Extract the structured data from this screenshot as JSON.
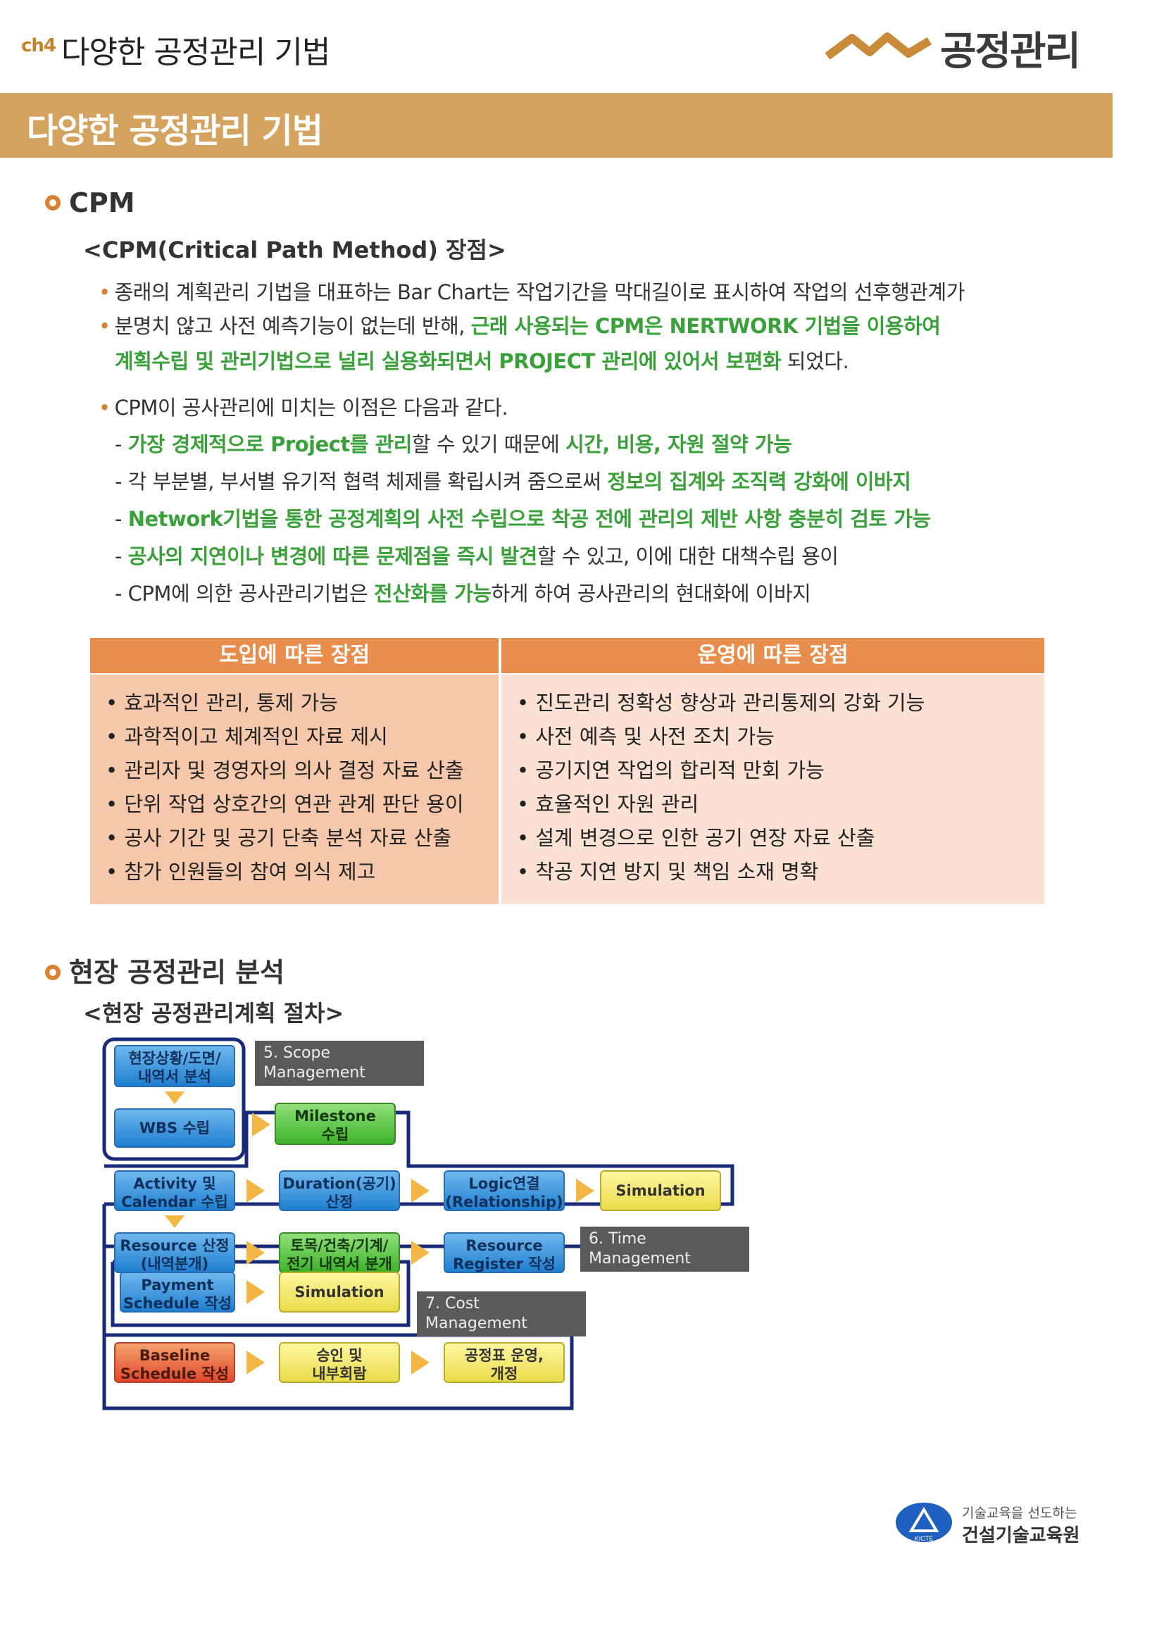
{
  "header": {
    "chapter_tag": "ch4",
    "chapter_title": "다양한 공정관리 기법",
    "brand": "공정관리"
  },
  "banner": {
    "title": "다양한 공정관리 기법"
  },
  "cpm": {
    "heading": "CPM",
    "subheading": "<CPM(Critical Path Method) 장점>",
    "p1_line1": "종래의 계획관리 기법을 대표하는 Bar Chart는 작업기간을 막대길이로 표시하여 작업의 선후행관계가",
    "p1_line2_a": "분명치 않고 사전 예측기능이 없는데 반해, ",
    "p1_line2_b": "근래 사용되는 CPM은 NERTWORK 기법을 이용하여",
    "p1_line3_a": "계획수립 및 관리기법으로 널리 실용화되면서 PROJECT 관리에 있어서 보편화",
    "p1_line3_b": " 되었다.",
    "p2_intro": "CPM이 공사관리에 미치는 이점은 다음과 같다.",
    "b1_a": "- ",
    "b1_b": "가장 경제적으로 Project를 관리",
    "b1_c": "할 수 있기 때문에 ",
    "b1_d": "시간, 비용, 자원 절약 가능",
    "b2_a": "- 각 부분별, 부서별 유기적 협력 체제를 확립시켜 줌으로써 ",
    "b2_b": "정보의 집계와 조직력 강화에 이바지",
    "b3_a": "- ",
    "b3_b": "Network기법을 통한 공정계획의 사전 수립으로 착공 전에 관리의 제반 사항 충분히 검토 가능",
    "b4_a": "- ",
    "b4_b": "공사의 지연이나 변경에 따른 문제점을 즉시 발견",
    "b4_c": "할 수 있고, 이에 대한 대책수립 용이",
    "b5_a": "- CPM에 의한 공사관리기법은 ",
    "b5_b": "전산화를 가능",
    "b5_c": "하게 하여 공사관리의 현대화에 이바지"
  },
  "table": {
    "left_header": "도입에 따른 장점",
    "right_header": "운영에 따른 장점",
    "left_items": [
      "• 효과적인 관리, 통제 가능",
      "• 과학적이고 체계적인 자료 제시",
      "• 관리자 및 경영자의 의사 결정 자료 산출",
      "• 단위 작업 상호간의 연관 관계 판단 용이",
      "• 공사 기간 및 공기 단축 분석 자료 산출",
      "• 참가 인원들의 참여 의식 제고"
    ],
    "right_items": [
      "• 진도관리 정확성 향상과 관리통제의 강화 기능",
      "• 사전 예측 및 사전 조치 가능",
      "• 공기지연 작업의 합리적 만회 가능",
      "• 효율적인 자원 관리",
      "• 설계 변경으로 인한 공기 연장 자료 산출",
      "• 착공 지연 방지 및 책임 소재 명확"
    ]
  },
  "site": {
    "heading": "현장 공정관리 분석",
    "subheading": "<현장 공정관리계획 절차>"
  },
  "flow": {
    "b_site": "현장상황/도면/\n내역서 분석",
    "b_wbs": "WBS 수립",
    "b_milestone": "Milestone\n수립",
    "b_activity": "Activity 및\nCalendar 수립",
    "b_duration": "Duration(공기)\n산정",
    "b_logic": "Logic연결\n(Relationship)",
    "b_sim1": "Simulation",
    "b_resource": "Resource 산정\n(내역분개)",
    "b_civil": "토목/건축/기계/\n전기 내역서 분개",
    "b_register": "Resource\nRegister 작성",
    "b_payment": "Payment\nSchedule 작성",
    "b_sim2": "Simulation",
    "b_baseline": "Baseline\nSchedule 작성",
    "b_approval": "승인 및\n내부회람",
    "b_operation": "공정표 운영,\n개정",
    "l_scope": "5. Scope\nManagement",
    "l_time": "6. Time\nManagement",
    "l_cost": "7. Cost\nManagement"
  },
  "footer": {
    "tagline": "기술교육을 선도하는",
    "org": "건설기술교육원",
    "logo_text": "KICTE"
  }
}
